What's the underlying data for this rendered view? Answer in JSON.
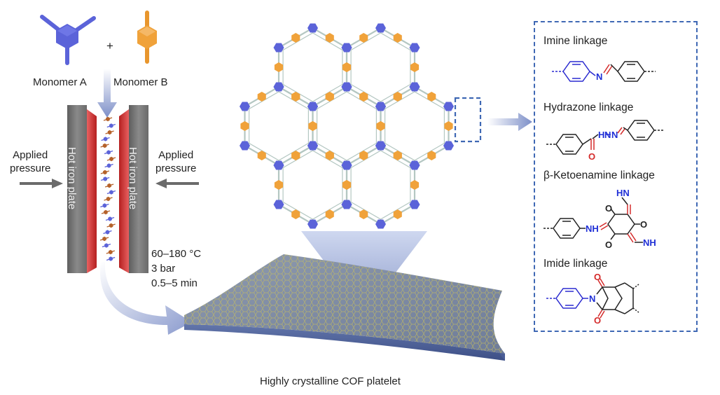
{
  "monomers": {
    "a": "Monomer A",
    "b": "Monomer B",
    "plus": "+"
  },
  "press": {
    "pressure_label": "Applied\npressure",
    "plate_label": "Hot iron plate"
  },
  "conditions": {
    "temperature": "60–180 °C",
    "pressure": "3 bar",
    "time": "0.5–5 min"
  },
  "product": {
    "caption": "Highly crystalline COF platelet"
  },
  "linkages": {
    "imine": {
      "title": "Imine linkage",
      "atoms": [
        "N"
      ]
    },
    "hydrazone": {
      "title": "Hydrazone linkage",
      "atoms": [
        "O",
        "H",
        "N",
        "N"
      ]
    },
    "ketoenamine": {
      "title": "β-Ketoenamine linkage",
      "atoms": [
        "HN",
        "O",
        "O",
        "NH",
        "O",
        "NH"
      ]
    },
    "imide": {
      "title": "Imide linkage",
      "atoms": [
        "O",
        "N",
        "O"
      ]
    }
  },
  "colors": {
    "monomer_a": "#5b63d9",
    "monomer_b": "#f0a23a",
    "plate_red": "#d83a3a",
    "plate_grey": "#6f6f6f",
    "box_border": "#3f68b4",
    "heteroatom_blue": "#1f2fd6",
    "heteroatom_red": "#d42a2a",
    "sheet": "#7f8fb0"
  }
}
